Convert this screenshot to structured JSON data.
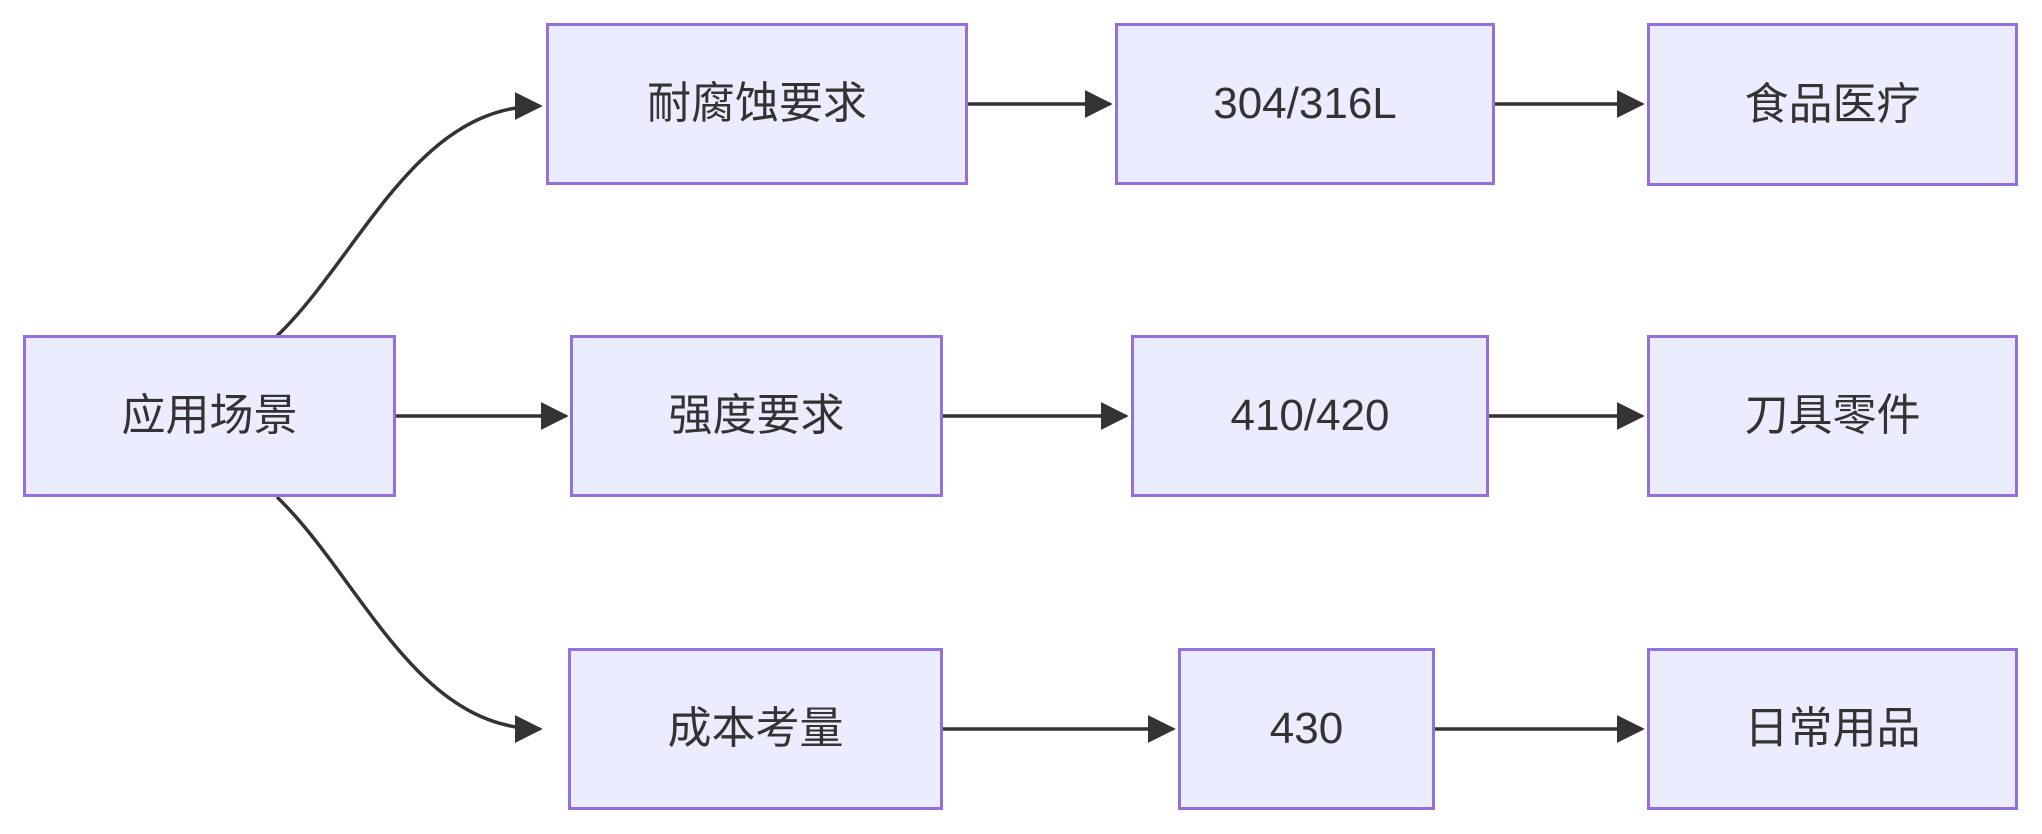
{
  "diagram": {
    "type": "flowchart-left-to-right",
    "root": {
      "label": "应用场景"
    },
    "branches": [
      {
        "criterion": "耐腐蚀要求",
        "grade": "304/316L",
        "application": "食品医疗"
      },
      {
        "criterion": "强度要求",
        "grade": "410/420",
        "application": "刀具零件"
      },
      {
        "criterion": "成本考量",
        "grade": "430",
        "application": "日常用品"
      }
    ],
    "colors": {
      "background": "#FFFFFF",
      "node_fill": "#ECECFF",
      "node_border": "#9370DB",
      "node_text": "#333333",
      "edge": "#333333"
    }
  }
}
